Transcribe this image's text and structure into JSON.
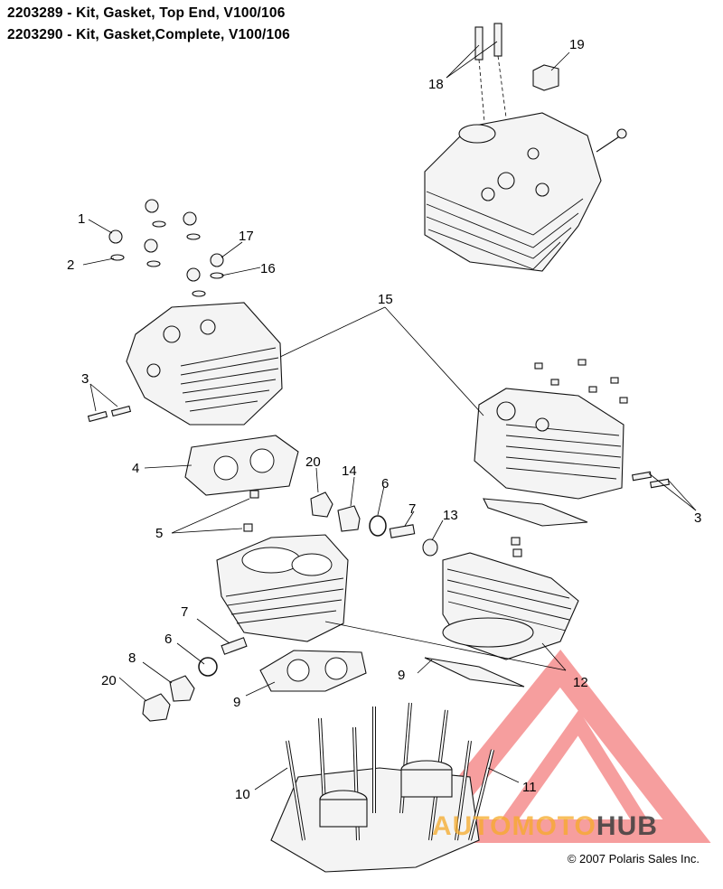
{
  "titles": {
    "line1": "2203289 - Kit, Gasket, Top End, V100/106",
    "line2": "2203290 - Kit, Gasket,Complete, V100/106"
  },
  "callouts": [
    "1",
    "2",
    "3",
    "4",
    "5",
    "6",
    "7",
    "8",
    "9",
    "10",
    "11",
    "12",
    "13",
    "14",
    "15",
    "16",
    "17",
    "18",
    "19",
    "20",
    "3",
    "6",
    "7",
    "9",
    "20"
  ],
  "copyright": "© 2007 Polaris Sales Inc.",
  "watermark": {
    "brand_a": "AUTOMOTO",
    "brand_b": "HUB",
    "color_triangle": "#f06060",
    "color_text": "#f5aa28"
  },
  "colors": {
    "line": "#111111",
    "background": "#ffffff"
  }
}
